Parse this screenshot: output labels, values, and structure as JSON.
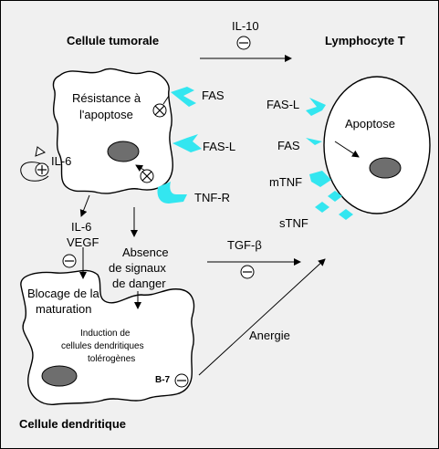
{
  "labels": {
    "cellule_tumorale": "Cellule tumorale",
    "lymphocyte_t": "Lymphocyte T",
    "cellule_dendritique": "Cellule dendritique",
    "il10": "IL-10",
    "resistance_line1": "Résistance à",
    "resistance_line2": "l'apoptose",
    "fas_tumor": "FAS",
    "fasl_tumor": "FAS-L",
    "tnfr": "TNF-R",
    "il6_loop": "IL-6",
    "il6": "IL-6",
    "vegf": "VEGF",
    "absence_line1": "Absence",
    "absence_line2": "de signaux",
    "absence_line3": "de danger",
    "tgfb": "TGF-β",
    "blocage_line1": "Blocage de la",
    "blocage_line2": "maturation",
    "induction_line1": "Induction de",
    "induction_line2": "cellules dendritiques",
    "induction_line3": "tolérogènes",
    "b7": "B-7",
    "anergie": "Anergie",
    "fasl_lympho": "FAS-L",
    "fas_lympho": "FAS",
    "mtnf": "mTNF",
    "stnf": "sTNF",
    "apoptose": "Apoptose"
  },
  "colors": {
    "background": "#f0f0f0",
    "cell_fill": "#ffffff",
    "nucleus": "#6e6e6e",
    "receptor": "#33e6f0",
    "line": "#000000"
  }
}
